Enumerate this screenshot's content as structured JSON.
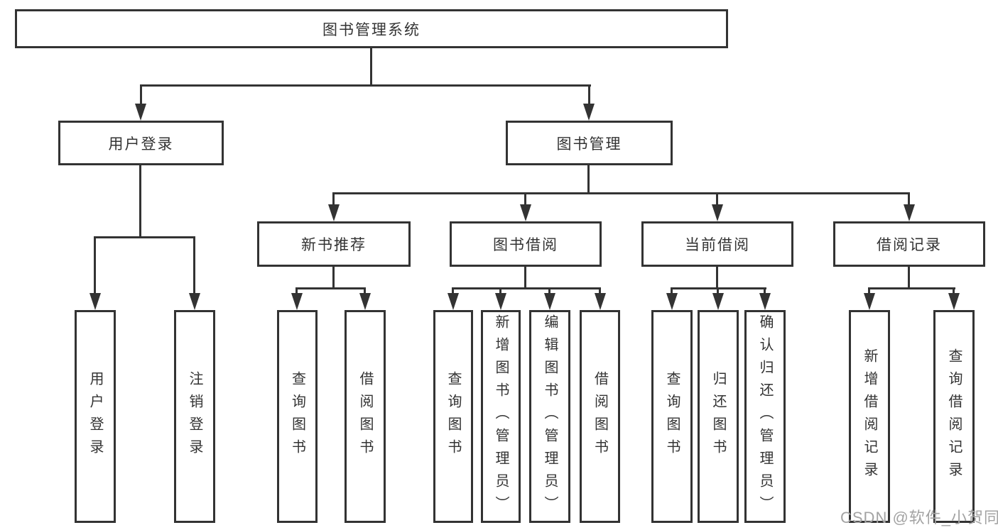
{
  "tree": {
    "root": {
      "label": "图书管理系统",
      "children": [
        {
          "label": "用户登录",
          "children": [
            {
              "label": "用户登录"
            },
            {
              "label": "注销登录"
            }
          ]
        },
        {
          "label": "图书管理",
          "children": [
            {
              "label": "新书推荐",
              "children": [
                {
                  "label": "查询图书"
                },
                {
                  "label": "借阅图书"
                }
              ]
            },
            {
              "label": "图书借阅",
              "children": [
                {
                  "label": "查询图书"
                },
                {
                  "label": "新增图书（管理员）"
                },
                {
                  "label": "编辑图书（管理员）"
                },
                {
                  "label": "借阅图书"
                }
              ]
            },
            {
              "label": "当前借阅",
              "children": [
                {
                  "label": "查询图书"
                },
                {
                  "label": "归还图书"
                },
                {
                  "label": "确认归还（管理员）"
                }
              ]
            },
            {
              "label": "借阅记录",
              "children": [
                {
                  "label": "新增借阅记录"
                },
                {
                  "label": "查询借阅记录"
                }
              ]
            }
          ]
        }
      ]
    }
  },
  "watermark": "CSDN @软件_小贺同学",
  "colors": {
    "line": "#333333",
    "text": "#333333",
    "watermark": "#a3a3a3",
    "background": "#ffffff"
  }
}
